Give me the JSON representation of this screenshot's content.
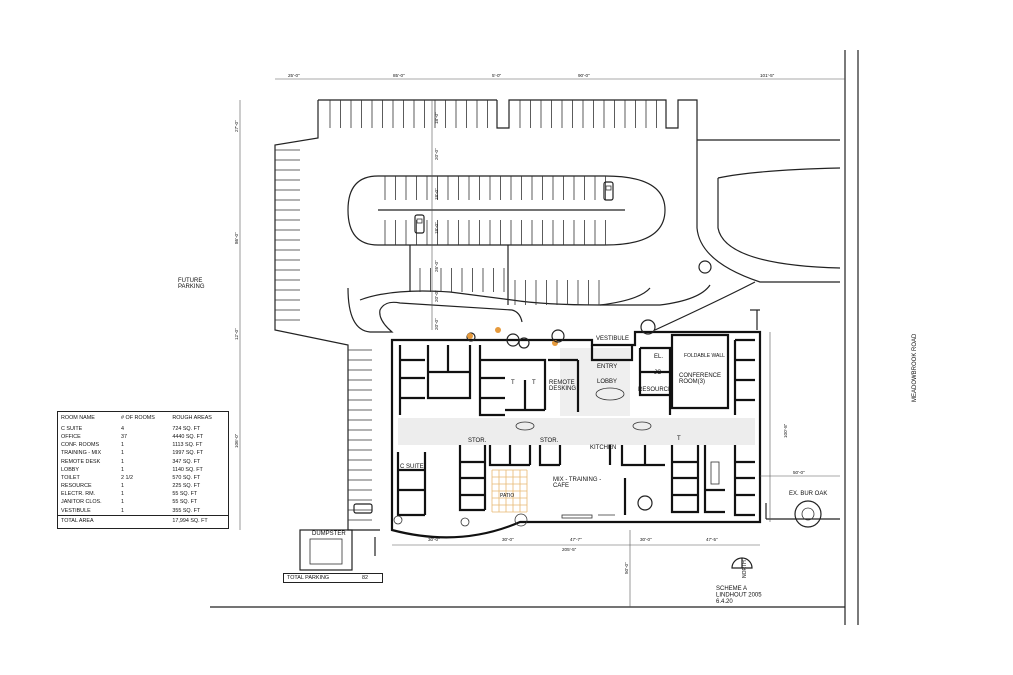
{
  "labels": {
    "future_parking": "FUTURE\nPARKING",
    "road": "MEADOWBROOK ROAD",
    "dumpster": "DUMPSTER",
    "vestibule": "VESTIBULE",
    "entry": "ENTRY",
    "lobby": "LOBBY",
    "el": "EL.",
    "jc": "JC",
    "resource": "RESOURCE",
    "foldable_wall": "FOLDABLE WALL",
    "conference": "CONFERENCE\nROOM(3)",
    "remote_desking": "REMOTE\nDESKING",
    "t": "T",
    "stor": "STOR.",
    "kitchen": "KITCHEN",
    "c_suite": "C SUITE",
    "mix": "MIX - TRAINING -\nCAFE",
    "patio": "PATIO",
    "oak": "EX. BUR OAK",
    "north": "NORTH",
    "scheme": "SCHEME A\nLINDHOUT 2005\n6.4.20"
  },
  "dimensions": {
    "top": [
      "25'-0\"",
      "85'-0\"",
      "5'-0\"",
      "90'-0\"",
      "101'-5\""
    ],
    "left": [
      "27'-0\"",
      "86'-0\"",
      "12'-0\"",
      "106'-0\""
    ],
    "mid": [
      "18'-0\"",
      "20'-0\"",
      "18'-0\"",
      "18'-0\"",
      "26'-0\"",
      "20'-0\"",
      "20'-0\""
    ],
    "bottom": [
      "30'-0\"",
      "30'-0\"",
      "47'-7\"",
      "30'-0\"",
      "47'-5\""
    ],
    "overall": "205'-5\"",
    "right_height": "100'-8\"",
    "right_setback": "50'-0\"",
    "front_setback": "50'-0\""
  },
  "schedule": {
    "headers": [
      "ROOM NAME",
      "# OF ROOMS",
      "ROUGH AREAS"
    ],
    "rows": [
      [
        "C SUITE",
        "4",
        "724 SQ. FT"
      ],
      [
        "OFFICE",
        "37",
        "4440 SQ. FT"
      ],
      [
        "CONF. ROOMS",
        "1",
        "1113 SQ. FT"
      ],
      [
        "TRAINING - MIX",
        "1",
        "1997 SQ. FT"
      ],
      [
        "REMOTE DESK",
        "1",
        "347 SQ. FT"
      ],
      [
        "LOBBY",
        "1",
        "1140 SQ. FT"
      ],
      [
        "TOILET",
        "2 1/2",
        "570 SQ. FT"
      ],
      [
        "RESOURCE",
        "1",
        "225 SQ. FT"
      ],
      [
        "ELECTR. RM.",
        "1",
        "55 SQ. FT"
      ],
      [
        "JANITOR CLOS.",
        "1",
        "55 SQ. FT"
      ],
      [
        "VESTIBULE",
        "1",
        "355 SQ. FT"
      ]
    ],
    "total_label": "TOTAL AREA",
    "total_value": "17,994 SQ. FT"
  },
  "total_parking": {
    "label": "TOTAL PARKING",
    "value": "82"
  }
}
